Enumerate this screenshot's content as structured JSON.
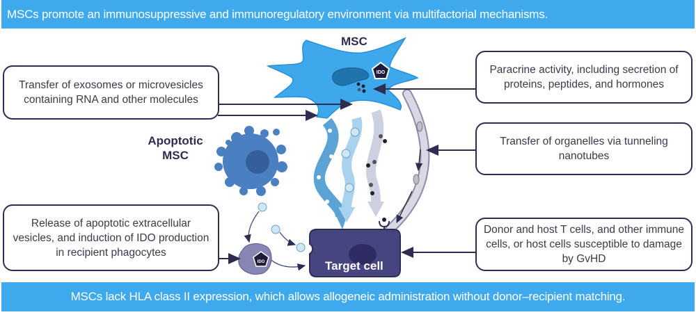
{
  "header": {
    "text": "MSCs promote an immunosuppressive and immunoregulatory environment via multifactorial mechanisms."
  },
  "footer": {
    "text": "MSCs lack HLA class II expression, which allows allogeneic administration without donor–recipient matching."
  },
  "labels": {
    "msc": "MSC",
    "apoptotic_msc": "Apoptotic MSC",
    "target_cell": "Target cell",
    "ido": "IDO"
  },
  "boxes": {
    "exosomes": "Transfer of exosomes or microvesicles containing RNA and other molecules",
    "apoptotic_vesicles": "Release of apoptotic extracellular vesicles, and induction of IDO production in recipient phagocytes",
    "paracrine": "Paracrine activity, including secretion of proteins, peptides, and hormones",
    "organelles": "Transfer of organelles via tunneling nanotubes",
    "targets": "Donor and host T cells, and other immune cells, or host cells susceptible to damage by GvHD"
  },
  "colors": {
    "banner": "#3fa9ee",
    "msc_cell": "#3ea8ec",
    "apoptotic_cell": "#4a7fc1",
    "target_cell": "#47457f",
    "outline": "#2f2c52"
  }
}
